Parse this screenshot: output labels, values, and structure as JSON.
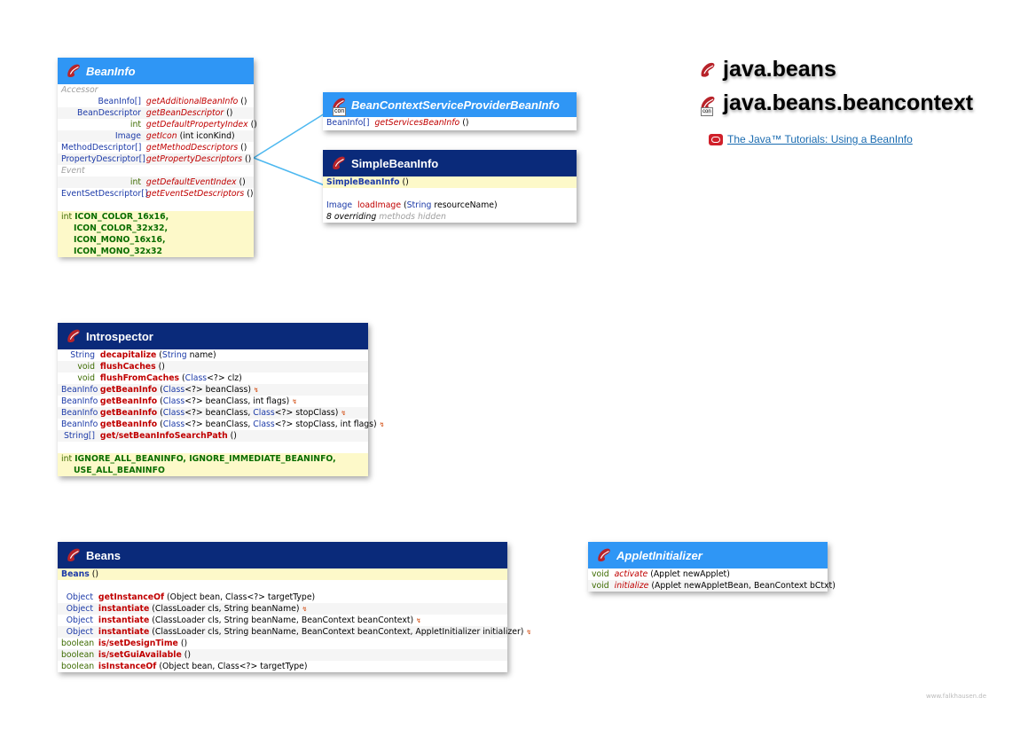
{
  "packages": [
    "java.beans",
    "java.beans.beancontext"
  ],
  "tutorial_link": "The Java™ Tutorials: Using a BeanInfo",
  "footer": "www.falkhausen.de",
  "beaninfo": {
    "title": "BeanInfo",
    "cat_accessor": "Accessor",
    "cat_event": "Event",
    "rows": [
      {
        "ret": "BeanInfo[]",
        "name": "getAdditionalBeanInfo",
        "params": "()"
      },
      {
        "ret": "BeanDescriptor",
        "name": "getBeanDescriptor",
        "params": "()"
      },
      {
        "ret": "int",
        "name": "getDefaultPropertyIndex",
        "params": "()"
      },
      {
        "ret": "Image",
        "name": "getIcon",
        "params": "(int iconKind)"
      },
      {
        "ret": "MethodDescriptor[]",
        "name": "getMethodDescriptors",
        "params": "()"
      },
      {
        "ret": "PropertyDescriptor[]",
        "name": "getPropertyDescriptors",
        "params": "()"
      },
      {
        "ret": "int",
        "name": "getDefaultEventIndex",
        "params": "()"
      },
      {
        "ret": "EventSetDescriptor[]",
        "name": "getEventSetDescriptors",
        "params": "()"
      }
    ],
    "const_type": "int",
    "constants": [
      "ICON_COLOR_16x16,",
      "ICON_COLOR_32x32,",
      "ICON_MONO_16x16,",
      "ICON_MONO_32x32"
    ]
  },
  "bcspbi": {
    "title": "BeanContextServiceProviderBeanInfo",
    "ret": "BeanInfo[]",
    "name": "getServicesBeanInfo",
    "params": "()"
  },
  "simplebeaninfo": {
    "title": "SimpleBeanInfo",
    "ctor": "SimpleBeanInfo",
    "ctor_params": "()",
    "m_ret": "Image",
    "m_name": "loadImage",
    "m_params_type": "String",
    "m_params_rest": "resourceName)",
    "hidden_prefix": "8 overriding",
    "hidden_suffix": "methods hidden"
  },
  "introspector": {
    "title": "Introspector",
    "rows": [
      {
        "ret": "String",
        "name": "decapitalize",
        "t1": "String",
        "p": " name)"
      },
      {
        "ret": "void",
        "name": "flushCaches",
        "plain": "()"
      },
      {
        "ret": "void",
        "name": "flushFromCaches",
        "t1": "Class",
        "p": "<?> clz)"
      },
      {
        "ret": "BeanInfo",
        "name": "getBeanInfo",
        "t1": "Class",
        "p": "<?> beanClass)",
        "dep": true
      },
      {
        "ret": "BeanInfo",
        "name": "getBeanInfo",
        "t1": "Class",
        "p": "<?> beanClass, int flags)",
        "dep": true
      },
      {
        "ret": "BeanInfo",
        "name": "getBeanInfo",
        "t1": "Class",
        "p": "<?> beanClass, ",
        "t2": "Class",
        "p2": "<?> stopClass)",
        "dep": true
      },
      {
        "ret": "BeanInfo",
        "name": "getBeanInfo",
        "t1": "Class",
        "p": "<?> beanClass, ",
        "t2": "Class",
        "p2": "<?> stopClass, int flags)",
        "dep": true
      },
      {
        "ret": "String[]",
        "name": "get/setBeanInfoSearchPath",
        "plain": "()"
      }
    ],
    "const_type": "int",
    "constants_line1": "IGNORE_ALL_BEANINFO, IGNORE_IMMEDIATE_BEANINFO,",
    "constants_line2": "USE_ALL_BEANINFO"
  },
  "beans": {
    "title": "Beans",
    "ctor": "Beans",
    "ctor_params": "()",
    "rows": [
      {
        "ret": "Object",
        "name": "getInstanceOf",
        "sig": "(Object bean, Class<?> targetType)"
      },
      {
        "ret": "Object",
        "name": "instantiate",
        "sig": "(ClassLoader cls, String beanName)",
        "dep": true
      },
      {
        "ret": "Object",
        "name": "instantiate",
        "sig": "(ClassLoader cls, String beanName, BeanContext beanContext)",
        "dep": true
      },
      {
        "ret": "Object",
        "name": "instantiate",
        "sig": "(ClassLoader cls, String beanName, BeanContext beanContext, AppletInitializer initializer)",
        "dep": true
      },
      {
        "ret": "boolean",
        "name": "is/setDesignTime",
        "sig": "()"
      },
      {
        "ret": "boolean",
        "name": "is/setGuiAvailable",
        "sig": "()"
      },
      {
        "ret": "boolean",
        "name": "isInstanceOf",
        "sig": "(Object bean, Class<?> targetType)"
      }
    ]
  },
  "appletinit": {
    "title": "AppletInitializer",
    "rows": [
      {
        "ret": "void",
        "name": "activate",
        "sig": "(Applet newApplet)"
      },
      {
        "ret": "void",
        "name": "initialize",
        "sig": "(Applet newAppletBean, BeanContext bCtxt)"
      }
    ]
  },
  "colors": {
    "interface_header": "#2f96f5",
    "class_header": "#0a2a7a",
    "constant_bg": "#fdf9c9",
    "connector": "#4db8f0"
  }
}
